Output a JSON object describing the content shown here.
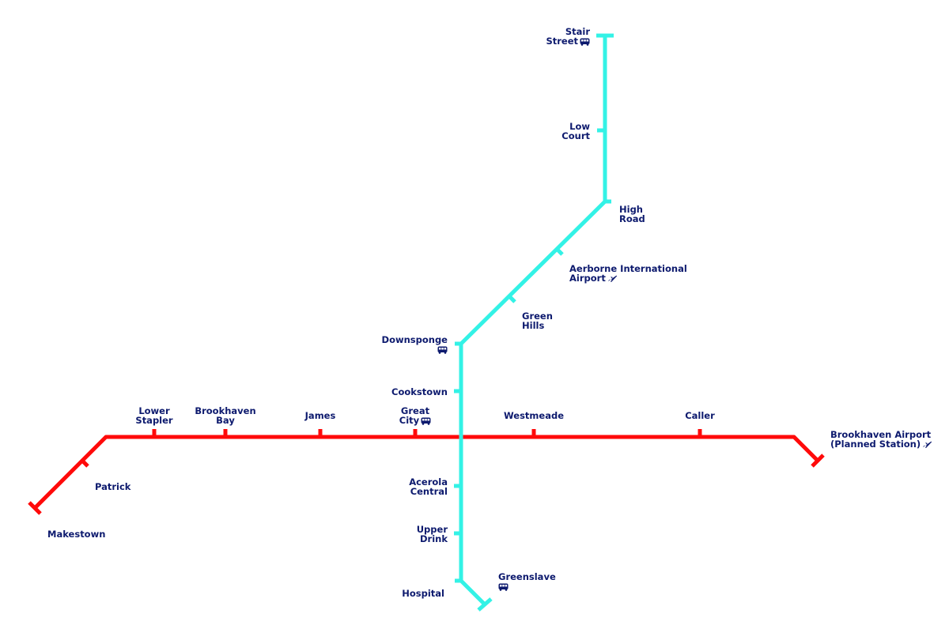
{
  "colors": {
    "red_line": "#ff0a0a",
    "cyan_line": "#33f2e6",
    "label": "#0d1a6e"
  },
  "stations": {
    "stair_street": [
      "Stair",
      "Street"
    ],
    "low_court": [
      "Low",
      "Court"
    ],
    "high_road": [
      "High",
      "Road"
    ],
    "aerborne_airport": [
      "Aerborne International",
      "Airport"
    ],
    "green_hills": [
      "Green",
      "Hills"
    ],
    "downsponge": [
      "Downsponge"
    ],
    "cookstown": [
      "Cookstown"
    ],
    "lower_stapler": [
      "Lower",
      "Stapler"
    ],
    "brookhaven_bay": [
      "Brookhaven",
      "Bay"
    ],
    "james": [
      "James"
    ],
    "great_city": [
      "Great",
      "City"
    ],
    "westmeade": [
      "Westmeade"
    ],
    "caller": [
      "Caller"
    ],
    "brookhaven_airport": [
      "Brookhaven Airport",
      "(Planned Station)"
    ],
    "patrick": [
      "Patrick"
    ],
    "makestown": [
      "Makestown"
    ],
    "acerola_central": [
      "Acerola",
      "Central"
    ],
    "upper_drink": [
      "Upper",
      "Drink"
    ],
    "hospital": [
      "Hospital"
    ],
    "greenslave": [
      "Greenslave"
    ]
  },
  "icons": {
    "stair_street": "bus-icon",
    "aerborne_airport": "plane-icon",
    "downsponge": "bus-icon",
    "great_city": "bus-icon",
    "brookhaven_airport": "plane-icon",
    "greenslave": "bus-icon"
  }
}
